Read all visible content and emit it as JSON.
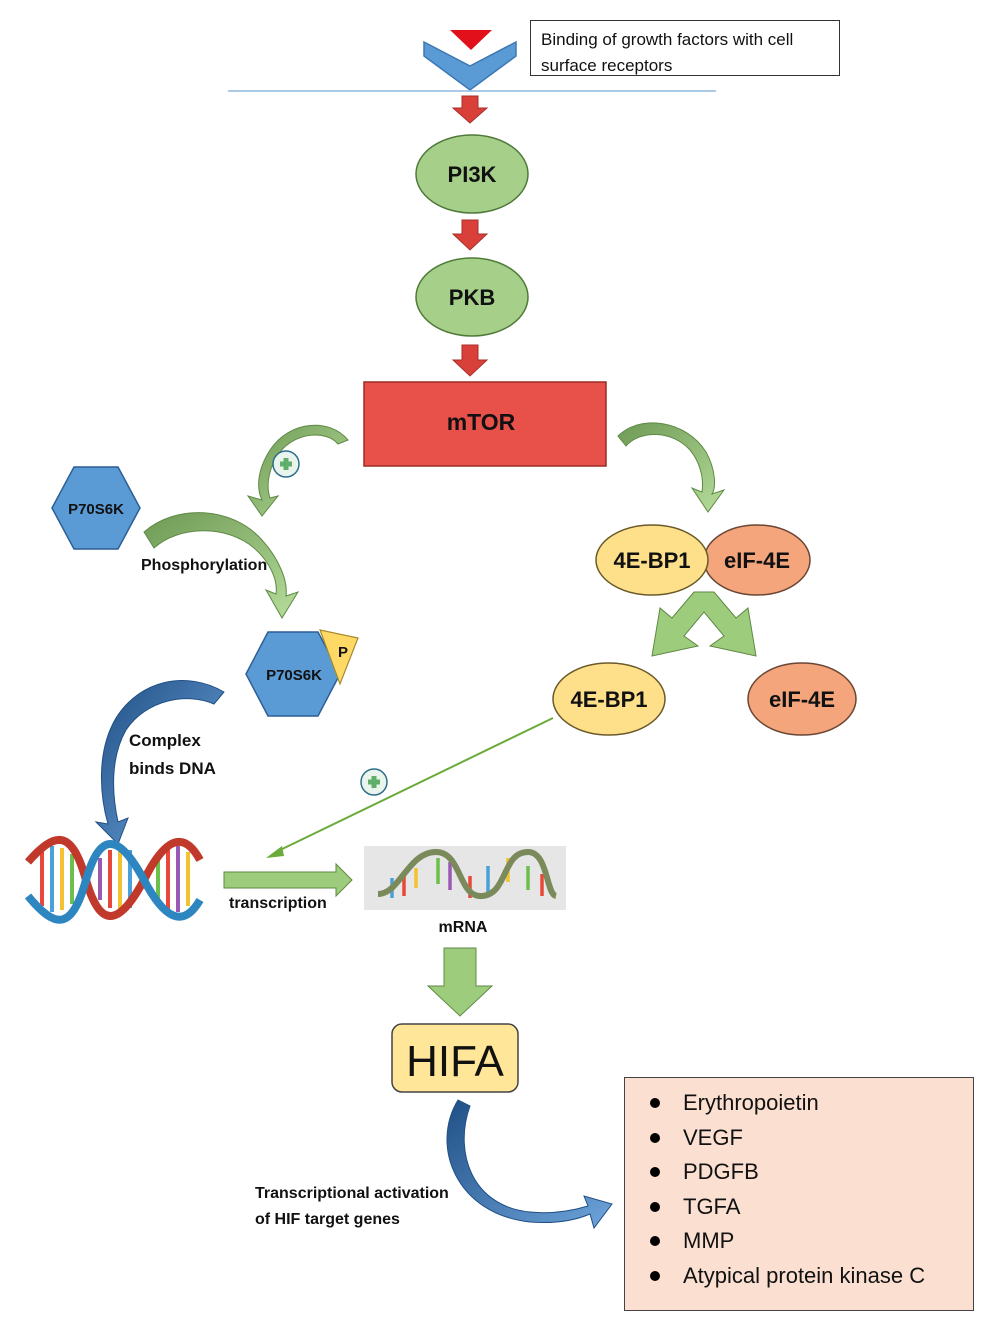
{
  "membrane_note": "Binding of growth factors with cell surface receptors",
  "nodes": {
    "pi3k": "PI3K",
    "pkb": "PKB",
    "mtor": "mTOR",
    "p70s6k": "P70S6K",
    "p70s6k_p": "P70S6K",
    "p_badge": "P",
    "complex_4ebp1": "4E-BP1",
    "complex_eif4e": "eIF-4E",
    "free_4ebp1": "4E-BP1",
    "free_eif4e": "eIF-4E",
    "hifa": "HIFA"
  },
  "labels": {
    "phosphorylation": "Phosphorylation",
    "complex_binds_dna_1": "Complex",
    "complex_binds_dna_2": "binds DNA",
    "transcription": "transcription",
    "mrna": "mRNA",
    "hif_activation_1": "Transcriptional activation",
    "hif_activation_2": "of HIF target genes"
  },
  "target_genes": [
    "Erythropoietin",
    "VEGF",
    "PDGFB",
    "TGFA",
    "MMP",
    "Atypical protein kinase C"
  ],
  "colors": {
    "red_arrow": "#d9403a",
    "green_node": "#a6d08a",
    "mtor_fill": "#e8504a",
    "hex_blue": "#5b9bd5",
    "yellow": "#ffe08a",
    "salmon": "#f4a57c",
    "green_arrow": "#9ccc7c",
    "blue_arrow": "#2f6eaa",
    "target_bg": "#fbe0d2"
  }
}
